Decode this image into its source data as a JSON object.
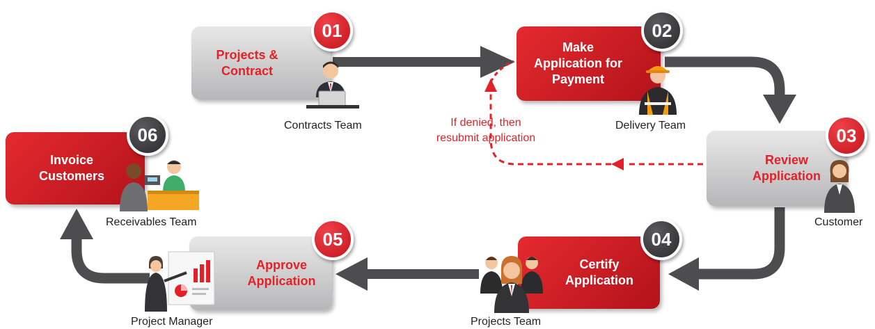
{
  "diagram": {
    "steps": [
      {
        "number": "01",
        "title": "Projects &\nContract",
        "role": "Contracts Team",
        "style": "grey",
        "badge": "red"
      },
      {
        "number": "02",
        "title": "Make\nApplication for\nPayment",
        "role": "Delivery Team",
        "style": "red",
        "badge": "dark"
      },
      {
        "number": "03",
        "title": "Review\nApplication",
        "role": "Customer",
        "style": "grey",
        "badge": "red"
      },
      {
        "number": "04",
        "title": "Certify\nApplication",
        "role": "Projects Team",
        "style": "red",
        "badge": "dark"
      },
      {
        "number": "05",
        "title": "Approve\nApplication",
        "role": "Project Manager",
        "style": "grey",
        "badge": "red"
      },
      {
        "number": "06",
        "title": "Invoice\nCustomers",
        "role": "Receivables Team",
        "style": "red",
        "badge": "dark"
      }
    ],
    "loop_note": "If denied, then\nresubmit application",
    "colors": {
      "accent_red": "#e42128",
      "arrow_grey": "#4d4d4f",
      "box_grey": "#c9c9cb",
      "badge_dark": "#3a3a3c"
    },
    "icons": {
      "step_01": "office-worker-laptop-icon",
      "step_02": "construction-worker-icon",
      "step_03": "businesswoman-icon",
      "step_04": "team-group-icon",
      "step_05": "presenter-chart-icon",
      "step_06": "cashier-counter-icon"
    }
  }
}
